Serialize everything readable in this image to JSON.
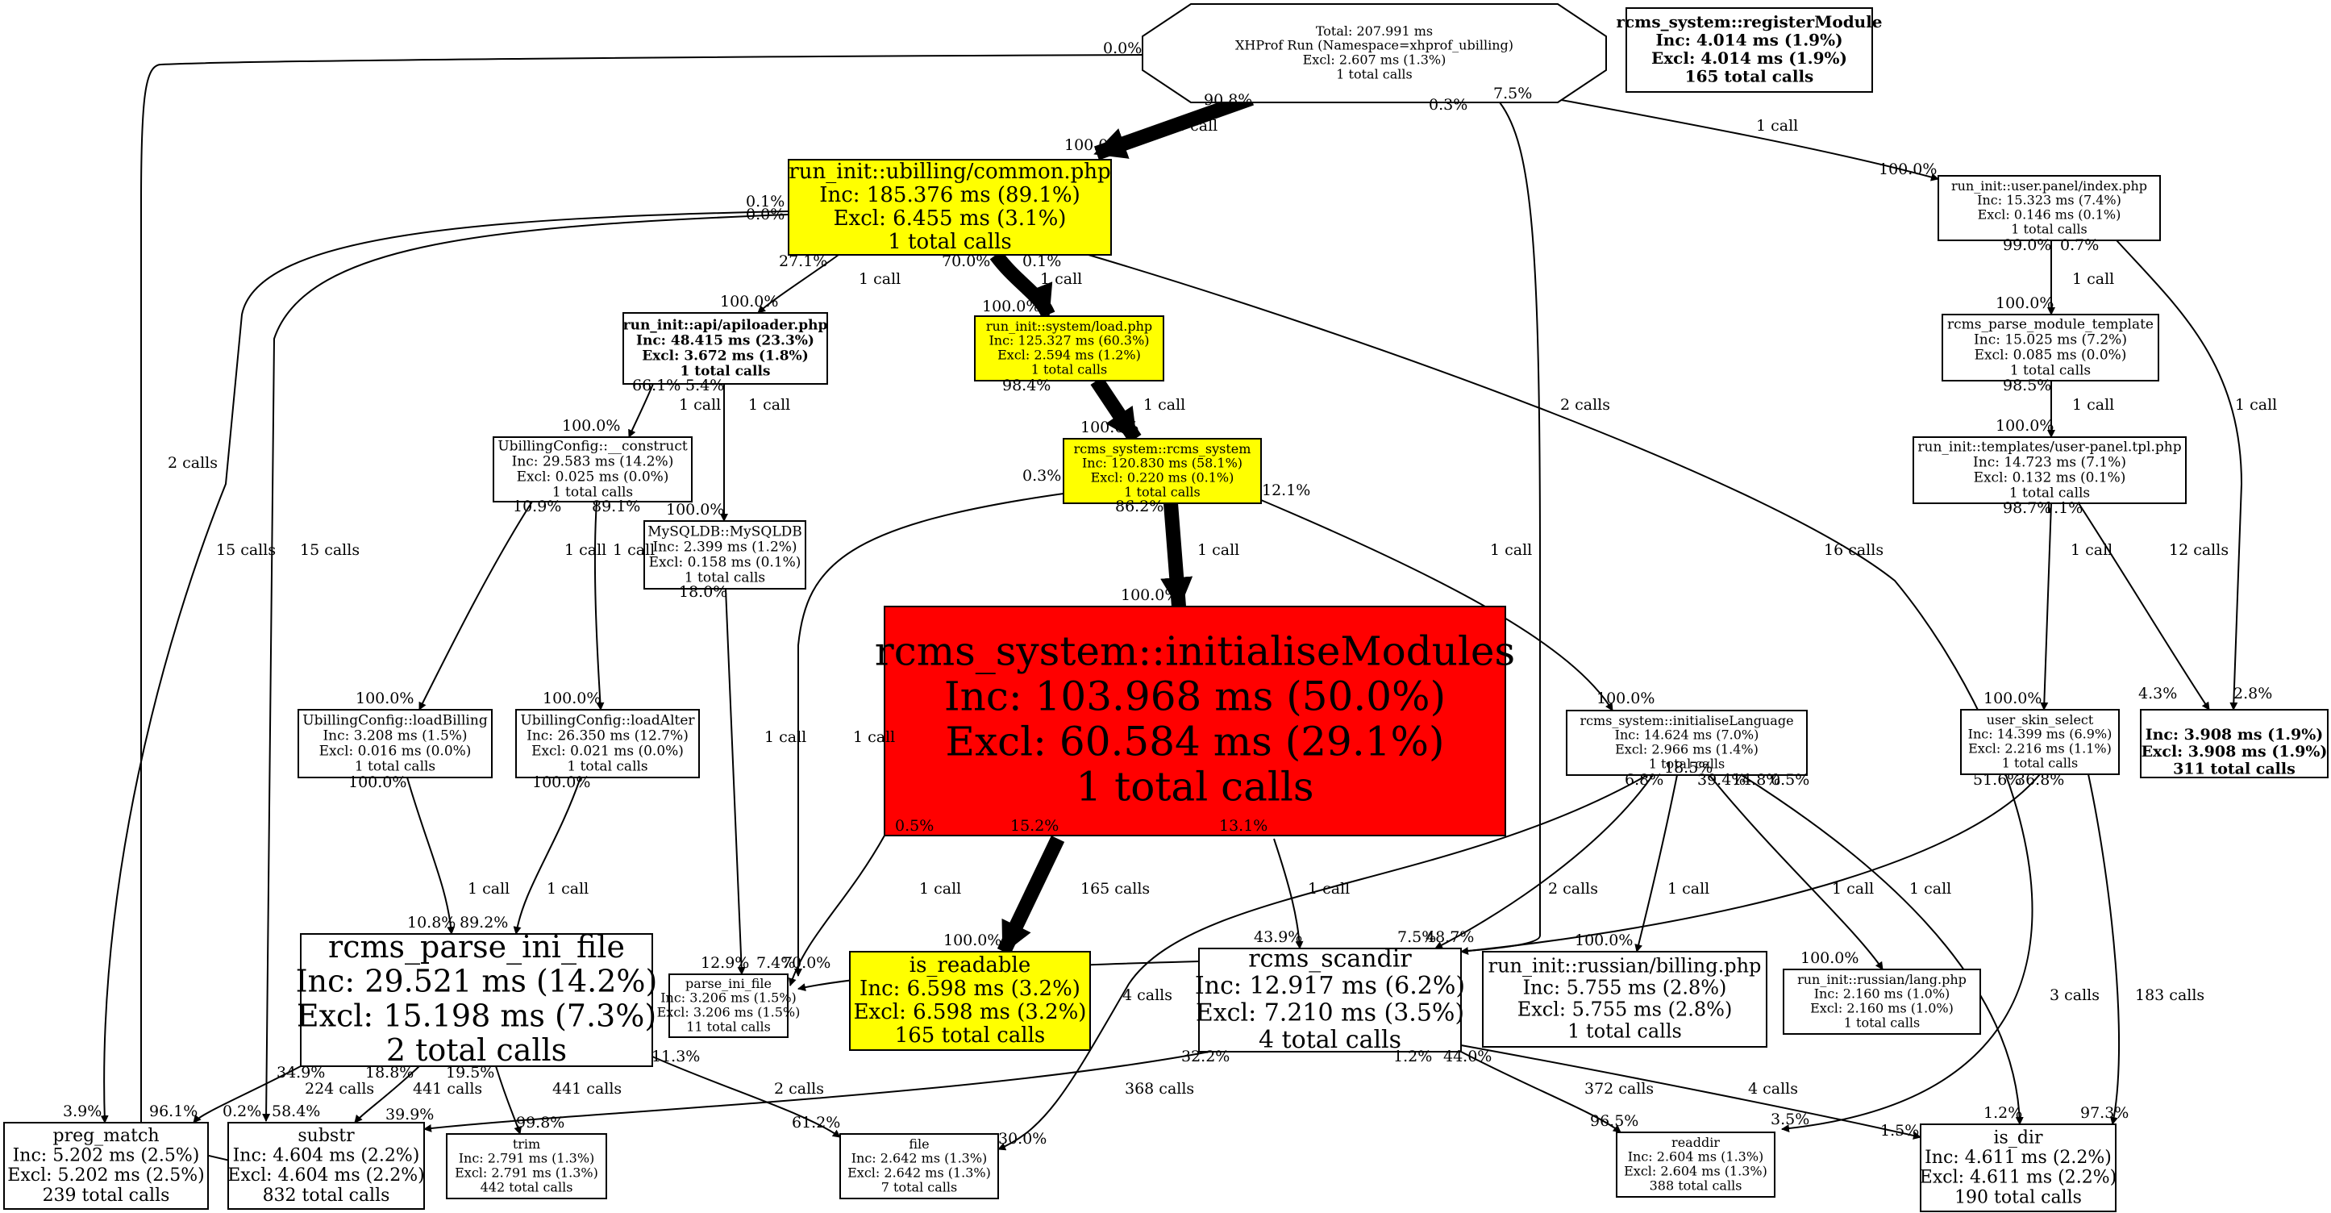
{
  "colors": {
    "highlight": "#ffff00",
    "hot": "#ff0000",
    "normal": "#ffffff",
    "stroke": "#000000"
  },
  "nodes": [
    {
      "id": "root",
      "lines": [
        "Total: 207.991 ms",
        "XHProf Run (Namespace=xhprof_ubilling)",
        "Excl: 2.607 ms (1.3%)",
        "1 total calls"
      ],
      "fill": "normal"
    },
    {
      "id": "register",
      "lines": [
        "rcms_system::registerModule",
        "Inc: 4.014 ms (1.9%)",
        "Excl: 4.014 ms (1.9%)",
        "165 total calls"
      ],
      "fill": "normal"
    },
    {
      "id": "common",
      "lines": [
        "run_init::ubilling/common.php",
        "Inc: 185.376 ms (89.1%)",
        "Excl: 6.455 ms (3.1%)",
        "1 total calls"
      ],
      "fill": "highlight"
    },
    {
      "id": "userpanel",
      "lines": [
        "run_init::user.panel/index.php",
        "Inc: 15.323 ms (7.4%)",
        "Excl: 0.146 ms (0.1%)",
        "1 total calls"
      ],
      "fill": "normal"
    },
    {
      "id": "apiloader",
      "lines": [
        "run_init::api/apiloader.php",
        "Inc: 48.415 ms (23.3%)",
        "Excl: 3.672 ms (1.8%)",
        "1 total calls"
      ],
      "fill": "normal"
    },
    {
      "id": "load",
      "lines": [
        "run_init::system/load.php",
        "Inc: 125.327 ms (60.3%)",
        "Excl: 2.594 ms (1.2%)",
        "1 total calls"
      ],
      "fill": "highlight"
    },
    {
      "id": "parsemod",
      "lines": [
        "rcms_parse_module_template",
        "Inc: 15.025 ms (7.2%)",
        "Excl: 0.085 ms (0.0%)",
        "1 total calls"
      ],
      "fill": "normal"
    },
    {
      "id": "construct",
      "lines": [
        "UbillingConfig::__construct",
        "Inc: 29.583 ms (14.2%)",
        "Excl: 0.025 ms (0.0%)",
        "1 total calls"
      ],
      "fill": "normal"
    },
    {
      "id": "rcms",
      "lines": [
        "rcms_system::rcms_system",
        "Inc: 120.830 ms (58.1%)",
        "Excl: 0.220 ms (0.1%)",
        "1 total calls"
      ],
      "fill": "highlight"
    },
    {
      "id": "tpl",
      "lines": [
        "run_init::templates/user-panel.tpl.php",
        "Inc: 14.723 ms (7.1%)",
        "Excl: 0.132 ms (0.1%)",
        "1 total calls"
      ],
      "fill": "normal"
    },
    {
      "id": "mysqldb",
      "lines": [
        "MySQLDB::MySQLDB",
        "Inc: 2.399 ms (1.2%)",
        "Excl: 0.158 ms (0.1%)",
        "1 total calls"
      ],
      "fill": "normal"
    },
    {
      "id": "initmods",
      "lines": [
        "rcms_system::initialiseModules",
        "Inc: 103.968 ms (50.0%)",
        "Excl: 60.584 ms (29.1%)",
        "1 total calls"
      ],
      "fill": "hot"
    },
    {
      "id": "loadbilling",
      "lines": [
        "UbillingConfig::loadBilling",
        "Inc: 3.208 ms (1.5%)",
        "Excl: 0.016 ms (0.0%)",
        "1 total calls"
      ],
      "fill": "normal"
    },
    {
      "id": "loadalter",
      "lines": [
        "UbillingConfig::loadAlter",
        "Inc: 26.350 ms (12.7%)",
        "Excl: 0.021 ms (0.0%)",
        "1 total calls"
      ],
      "fill": "normal"
    },
    {
      "id": "initlang",
      "lines": [
        "rcms_system::initialiseLanguage",
        "Inc: 14.624 ms (7.0%)",
        "Excl: 2.966 ms (1.4%)",
        "1 total calls"
      ],
      "fill": "normal"
    },
    {
      "id": "skin",
      "lines": [
        "user_skin_select",
        "Inc: 14.399 ms (6.9%)",
        "Excl: 2.216 ms (1.1%)",
        "1 total calls"
      ],
      "fill": "normal"
    },
    {
      "id": "blank",
      "lines": [
        "",
        "Inc: 3.908 ms (1.9%)",
        "Excl: 3.908 ms (1.9%)",
        "311 total calls"
      ],
      "fill": "normal"
    },
    {
      "id": "parseini",
      "lines": [
        "rcms_parse_ini_file",
        "Inc: 29.521 ms (14.2%)",
        "Excl: 15.198 ms (7.3%)",
        "2 total calls"
      ],
      "fill": "normal"
    },
    {
      "id": "parse_ini_file",
      "lines": [
        "parse_ini_file",
        "Inc: 3.206 ms (1.5%)",
        "Excl: 3.206 ms (1.5%)",
        "11 total calls"
      ],
      "fill": "normal"
    },
    {
      "id": "isreadable",
      "lines": [
        "is_readable",
        "Inc: 6.598 ms (3.2%)",
        "Excl: 6.598 ms (3.2%)",
        "165 total calls"
      ],
      "fill": "highlight"
    },
    {
      "id": "scandir",
      "lines": [
        "rcms_scandir",
        "Inc: 12.917 ms (6.2%)",
        "Excl: 7.210 ms (3.5%)",
        "4 total calls"
      ],
      "fill": "normal"
    },
    {
      "id": "russianbilling",
      "lines": [
        "run_init::russian/billing.php",
        "Inc: 5.755 ms (2.8%)",
        "Excl: 5.755 ms (2.8%)",
        "1 total calls"
      ],
      "fill": "normal"
    },
    {
      "id": "russianlang",
      "lines": [
        "run_init::russian/lang.php",
        "Inc: 2.160 ms (1.0%)",
        "Excl: 2.160 ms (1.0%)",
        "1 total calls"
      ],
      "fill": "normal"
    },
    {
      "id": "pregmatch",
      "lines": [
        "preg_match",
        "Inc: 5.202 ms (2.5%)",
        "Excl: 5.202 ms (2.5%)",
        "239 total calls"
      ],
      "fill": "normal"
    },
    {
      "id": "substr",
      "lines": [
        "substr",
        "Inc: 4.604 ms (2.2%)",
        "Excl: 4.604 ms (2.2%)",
        "832 total calls"
      ],
      "fill": "normal"
    },
    {
      "id": "trim",
      "lines": [
        "trim",
        "Inc: 2.791 ms (1.3%)",
        "Excl: 2.791 ms (1.3%)",
        "442 total calls"
      ],
      "fill": "normal"
    },
    {
      "id": "file",
      "lines": [
        "file",
        "Inc: 2.642 ms (1.3%)",
        "Excl: 2.642 ms (1.3%)",
        "7 total calls"
      ],
      "fill": "normal"
    },
    {
      "id": "readdir",
      "lines": [
        "readdir",
        "Inc: 2.604 ms (1.3%)",
        "Excl: 2.604 ms (1.3%)",
        "388 total calls"
      ],
      "fill": "normal"
    },
    {
      "id": "isdir",
      "lines": [
        "is_dir",
        "Inc: 4.611 ms (2.2%)",
        "Excl: 4.611 ms (2.2%)",
        "190 total calls"
      ],
      "fill": "normal"
    }
  ],
  "edges": [
    {
      "from": "root",
      "to": "common",
      "calls": "1 call",
      "from_pct": "90.8%",
      "to_pct": "100.0%"
    },
    {
      "from": "root",
      "to": "userpanel",
      "calls": "1 call",
      "from_pct": "7.5%",
      "to_pct": "100.0%"
    },
    {
      "from": "root",
      "to": "substr",
      "calls": "2 calls",
      "from_pct": "0.0%",
      "to_pct": ""
    },
    {
      "from": "root",
      "to": "parse_ini_file",
      "calls": "2 calls",
      "from_pct": "0.3%",
      "to_pct": ""
    },
    {
      "from": "common",
      "to": "apiloader",
      "calls": "1 call",
      "from_pct": "27.1%",
      "to_pct": "100.0%"
    },
    {
      "from": "common",
      "to": "load",
      "calls": "1 call",
      "from_pct": "70.0%",
      "to_pct": "100.0%"
    },
    {
      "from": "common",
      "to": "pregmatch",
      "calls": "15 calls",
      "from_pct": "0.1%",
      "to_pct": "3.9%"
    },
    {
      "from": "common",
      "to": "substr",
      "calls": "15 calls",
      "from_pct": "0.0%",
      "to_pct": "0.2%"
    },
    {
      "from": "common",
      "to": "readdir",
      "calls": "16 calls",
      "from_pct": "0.1%",
      "to_pct": "3.5%"
    },
    {
      "from": "apiloader",
      "to": "construct",
      "calls": "1 call",
      "from_pct": "66.1%",
      "to_pct": "100.0%"
    },
    {
      "from": "apiloader",
      "to": "mysqldb",
      "calls": "1 call",
      "from_pct": "5.4%",
      "to_pct": "100.0%"
    },
    {
      "from": "load",
      "to": "rcms",
      "calls": "1 call",
      "from_pct": "98.4%",
      "to_pct": "100.0%"
    },
    {
      "from": "construct",
      "to": "loadbilling",
      "calls": "1 call",
      "from_pct": "10.9%",
      "to_pct": "100.0%"
    },
    {
      "from": "construct",
      "to": "loadalter",
      "calls": "1 call",
      "from_pct": "89.1%",
      "to_pct": "100.0%"
    },
    {
      "from": "mysqldb",
      "to": "parse_ini_file",
      "calls": "1 call",
      "from_pct": "18.0%",
      "to_pct": "12.9%"
    },
    {
      "from": "rcms",
      "to": "initmods",
      "calls": "1 call",
      "from_pct": "86.2%",
      "to_pct": "100.0%"
    },
    {
      "from": "rcms",
      "to": "initlang",
      "calls": "1 call",
      "from_pct": "12.1%",
      "to_pct": "100.0%"
    },
    {
      "from": "rcms",
      "to": "parse_ini_file",
      "calls": "1 call",
      "from_pct": "0.3%",
      "to_pct": "70.0%"
    },
    {
      "from": "initmods",
      "to": "isreadable",
      "calls": "165 calls",
      "from_pct": "15.2%",
      "to_pct": "100.0%"
    },
    {
      "from": "initmods",
      "to": "scandir",
      "calls": "1 call",
      "from_pct": "13.1%",
      "to_pct": "43.9%"
    },
    {
      "from": "initmods",
      "to": "parse_ini_file",
      "calls": "1 call",
      "from_pct": "0.5%",
      "to_pct": "7.4%"
    },
    {
      "from": "loadbilling",
      "to": "parseini",
      "calls": "1 call",
      "from_pct": "100.0%",
      "to_pct": "10.8%"
    },
    {
      "from": "loadalter",
      "to": "parseini",
      "calls": "1 call",
      "from_pct": "100.0%",
      "to_pct": "89.2%"
    },
    {
      "from": "initlang",
      "to": "scandir",
      "calls": "2 calls",
      "from_pct": "6.8%",
      "to_pct": "7.5%"
    },
    {
      "from": "initlang",
      "to": "russianbilling",
      "calls": "1 call",
      "from_pct": "39.4%",
      "to_pct": "100.0%"
    },
    {
      "from": "initlang",
      "to": "russianlang",
      "calls": "1 call",
      "from_pct": "14.8%",
      "to_pct": "100.0%"
    },
    {
      "from": "initlang",
      "to": "isdir",
      "calls": "3 calls",
      "from_pct": "0.5%",
      "to_pct": "1.2%"
    },
    {
      "from": "initlang",
      "to": "file",
      "calls": "4 calls",
      "from_pct": "18.5%",
      "to_pct": "30.0%"
    },
    {
      "from": "userpanel",
      "to": "parsemod",
      "calls": "1 call",
      "from_pct": "99.0%",
      "to_pct": "100.0%"
    },
    {
      "from": "userpanel",
      "to": "blank",
      "calls": "1 call",
      "from_pct": "0.7%",
      "to_pct": "2.8%"
    },
    {
      "from": "parsemod",
      "to": "tpl",
      "calls": "1 call",
      "from_pct": "98.5%",
      "to_pct": "100.0%"
    },
    {
      "from": "tpl",
      "to": "skin",
      "calls": "1 call",
      "from_pct": "98.7%",
      "to_pct": "100.0%"
    },
    {
      "from": "tpl",
      "to": "blank",
      "calls": "12 calls",
      "from_pct": "1.1%",
      "to_pct": "4.3%"
    },
    {
      "from": "skin",
      "to": "scandir",
      "calls": "1 call",
      "from_pct": "51.6%",
      "to_pct": "48.7%"
    },
    {
      "from": "skin",
      "to": "isdir",
      "calls": "183 calls",
      "from_pct": "36.8%",
      "to_pct": "97.3%"
    },
    {
      "from": "parseini",
      "to": "pregmatch",
      "calls": "224 calls",
      "from_pct": "34.9%",
      "to_pct": "96.1%"
    },
    {
      "from": "parseini",
      "to": "substr",
      "calls": "441 calls",
      "from_pct": "18.8%",
      "to_pct": "58.4%"
    },
    {
      "from": "parseini",
      "to": "trim",
      "calls": "441 calls",
      "from_pct": "19.5%",
      "to_pct": "99.8%"
    },
    {
      "from": "parseini",
      "to": "file",
      "calls": "2 calls",
      "from_pct": "11.3%",
      "to_pct": "61.2%"
    },
    {
      "from": "scandir",
      "to": "substr",
      "calls": "368 calls",
      "from_pct": "32.2%",
      "to_pct": "39.9%"
    },
    {
      "from": "scandir",
      "to": "readdir",
      "calls": "372 calls",
      "from_pct": "44.0%",
      "to_pct": "96.5%"
    },
    {
      "from": "scandir",
      "to": "isdir",
      "calls": "4 calls",
      "from_pct": "1.2%",
      "to_pct": "1.5%"
    }
  ]
}
